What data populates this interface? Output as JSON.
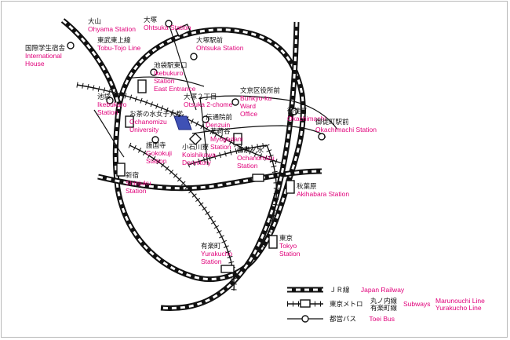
{
  "colors": {
    "line": "#111111",
    "english": "#e0007a",
    "university": "#3f51b5"
  },
  "stations": {
    "ohyama": {
      "ja": "大山",
      "en": "Ohyama Station"
    },
    "ohtsuka": {
      "ja": "大塚",
      "en": "Ohtsuka Station"
    },
    "tobu_tojo": {
      "ja": "東武東上線",
      "en": "Tobu-Tojo Line"
    },
    "house": {
      "ja": "国際学生宿舎",
      "en1": "International",
      "en2": "House"
    },
    "ohtsuka_ekimae": {
      "ja": "大塚駅前",
      "en": "Ohtsuka Station"
    },
    "ikebukuro_east": {
      "ja": "池袋駅東口",
      "en1": "Ikebukuro",
      "en2": "Station",
      "en3": "East Entrance"
    },
    "ikebukuro": {
      "ja": "池袋",
      "en1": "Ikebukuro",
      "en2": "Station"
    },
    "otsuka2": {
      "ja": "大塚２丁目",
      "en": "Otsuka 2-chome"
    },
    "bunkyo_ward": {
      "ja": "文京区役所前",
      "en1": "Bunkyo-ku",
      "en2": "Ward",
      "en3": "Office"
    },
    "okachimachi": {
      "ja": "御徒町",
      "en": "Okachimachi"
    },
    "ochanomizu_univ": {
      "ja": "お茶の水女子大学",
      "en1": "Ochanomizu",
      "en2": "University"
    },
    "denzuin": {
      "ja": "伝通院前",
      "en": "Denzuin"
    },
    "okachimachi_eki": {
      "ja": "御徒町駅前",
      "en": "Okachimachi Station"
    },
    "myogadani": {
      "ja": "茗荷谷",
      "en1": "Myogadani",
      "en2": "Station"
    },
    "gokokuji": {
      "ja": "護国寺",
      "en1": "Gokokuji",
      "en2": "Station"
    },
    "koishikawa": {
      "ja": "小石川寮",
      "en1": "Koishikawa",
      "en2": "Dormitory"
    },
    "ochanomizu": {
      "ja": "御茶ノ水",
      "en1": "Ochanomizu",
      "en2": "Station"
    },
    "shinjuku": {
      "ja": "新宿",
      "en1": "Shinjuku",
      "en2": "Station"
    },
    "akihabara": {
      "ja": "秋葉原",
      "en": "Akihabara Station"
    },
    "tokyo": {
      "ja": "東京",
      "en1": "Tokyo",
      "en2": "Station"
    },
    "yurakucho": {
      "ja": "有楽町",
      "en1": "Yurakucho",
      "en2": "Station"
    }
  },
  "legend": {
    "jr": {
      "ja": "ＪＲ線",
      "en": "Japan Railway"
    },
    "metro": {
      "ja": "東京メトロ",
      "ja_lines1": "丸ノ内線",
      "ja_lines2": "有楽町線",
      "en": "Subways",
      "en_lines1": "Marunouchi Line",
      "en_lines2": "Yurakucho Line"
    },
    "bus": {
      "ja": "都営バス",
      "en": "Toei Bus"
    }
  }
}
